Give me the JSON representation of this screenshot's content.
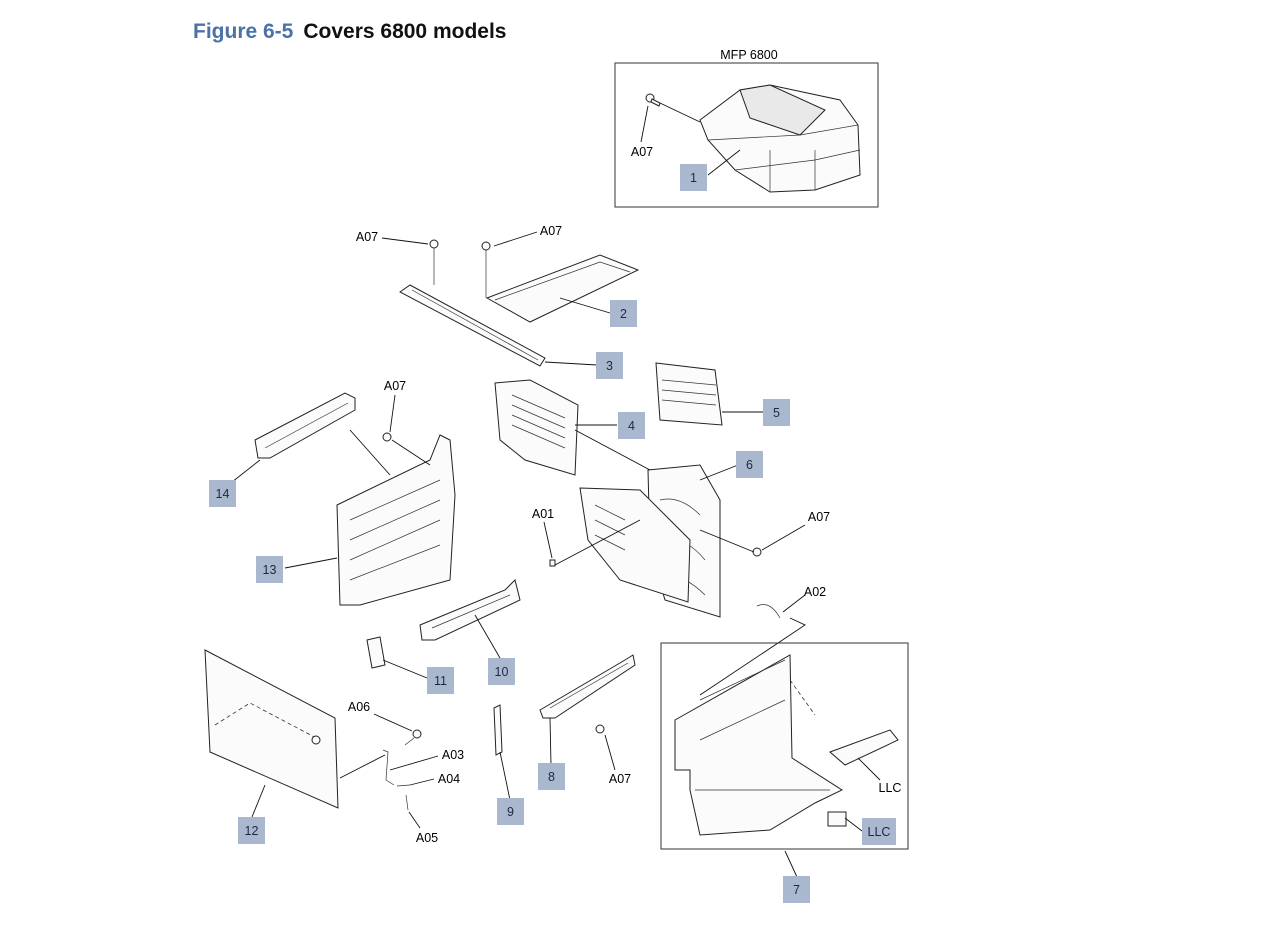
{
  "figure": {
    "number": "Figure 6-5",
    "title": "Covers 6800 models"
  },
  "inset_labels": {
    "mfp": "MFP 6800"
  },
  "callouts": [
    "1",
    "2",
    "3",
    "4",
    "5",
    "6",
    "7",
    "8",
    "9",
    "10",
    "11",
    "12",
    "13",
    "14",
    "LLC"
  ],
  "part_labels": [
    "A07",
    "A07",
    "A07",
    "A07",
    "A07",
    "A07",
    "A01",
    "A02",
    "A03",
    "A04",
    "A05",
    "A06",
    "LLC"
  ],
  "colors": {
    "callout_fill": "#a9b8cf",
    "figure_number": "#4a72a8"
  }
}
